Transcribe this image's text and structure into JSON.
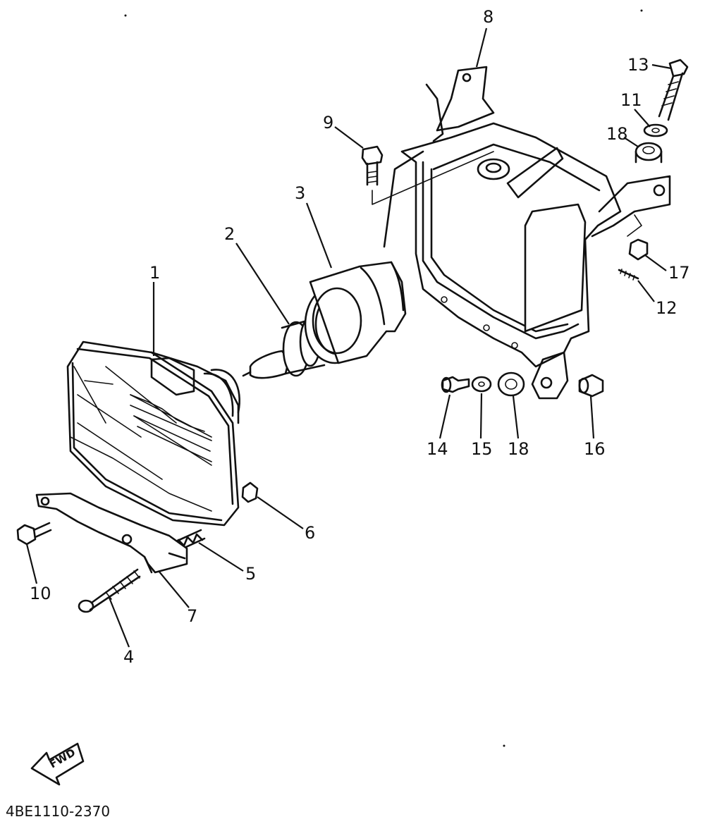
{
  "diagram": {
    "callouts": [
      {
        "id": "c1",
        "label": "1"
      },
      {
        "id": "c2",
        "label": "2"
      },
      {
        "id": "c3",
        "label": "3"
      },
      {
        "id": "c4",
        "label": "4"
      },
      {
        "id": "c5",
        "label": "5"
      },
      {
        "id": "c6",
        "label": "6"
      },
      {
        "id": "c7",
        "label": "7"
      },
      {
        "id": "c8",
        "label": "8"
      },
      {
        "id": "c9",
        "label": "9"
      },
      {
        "id": "c10",
        "label": "10"
      },
      {
        "id": "c11",
        "label": "11"
      },
      {
        "id": "c12",
        "label": "12"
      },
      {
        "id": "c13",
        "label": "13"
      },
      {
        "id": "c14",
        "label": "14"
      },
      {
        "id": "c15",
        "label": "15"
      },
      {
        "id": "c16",
        "label": "16"
      },
      {
        "id": "c17",
        "label": "17"
      },
      {
        "id": "c18a",
        "label": "18"
      },
      {
        "id": "c18b",
        "label": "18"
      }
    ],
    "direction_arrow": "FWD",
    "drawing_code": "4BE1110-2370"
  }
}
